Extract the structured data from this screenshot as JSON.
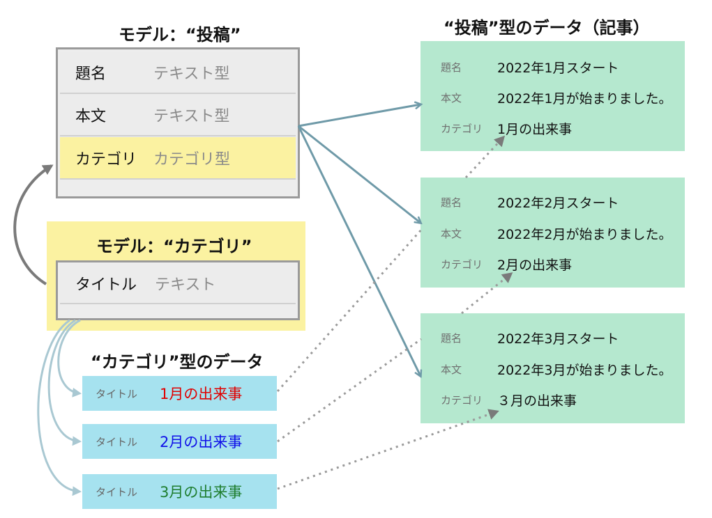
{
  "post_model": {
    "title": "モデル：“投稿”",
    "fields": [
      {
        "name": "題名",
        "type": "テキスト型"
      },
      {
        "name": "本文",
        "type": "テキスト型"
      },
      {
        "name": "カテゴリ",
        "type": "カテゴリ型"
      }
    ]
  },
  "category_model": {
    "title": "モデル：“カテゴリ”",
    "fields": [
      {
        "name": "タイトル",
        "type": "テキスト"
      }
    ]
  },
  "category_data": {
    "title": "“カテゴリ”型のデータ",
    "items": [
      {
        "label": "タイトル",
        "value": "1月の出来事",
        "color": "#e00000"
      },
      {
        "label": "タイトル",
        "value": "2月の出来事",
        "color": "#1010e8"
      },
      {
        "label": "タイトル",
        "value": "3月の出来事",
        "color": "#1e7d2e"
      }
    ]
  },
  "articles": {
    "title": "“投稿”型のデータ（記事）",
    "items": [
      {
        "title_label": "題名",
        "title": "2022年1月スタート",
        "body_label": "本文",
        "body": "2022年1月が始まりました。",
        "category_label": "カテゴリ",
        "category": "1月の出来事"
      },
      {
        "title_label": "題名",
        "title": "2022年2月スタート",
        "body_label": "本文",
        "body": "2022年2月が始まりました。",
        "category_label": "カテゴリ",
        "category": "2月の出来事"
      },
      {
        "title_label": "題名",
        "title": "2022年3月スタート",
        "body_label": "本文",
        "body": "2022年3月が始まりました。",
        "category_label": "カテゴリ",
        "category": "３月の出来事"
      }
    ]
  },
  "colors": {
    "article_bg": "#b5e8cf",
    "category_data_bg": "#a6e2ef",
    "model_yellow": "#fbf2a1",
    "arrow_blue": "#6f9aa8",
    "arrow_gray": "#808080"
  }
}
